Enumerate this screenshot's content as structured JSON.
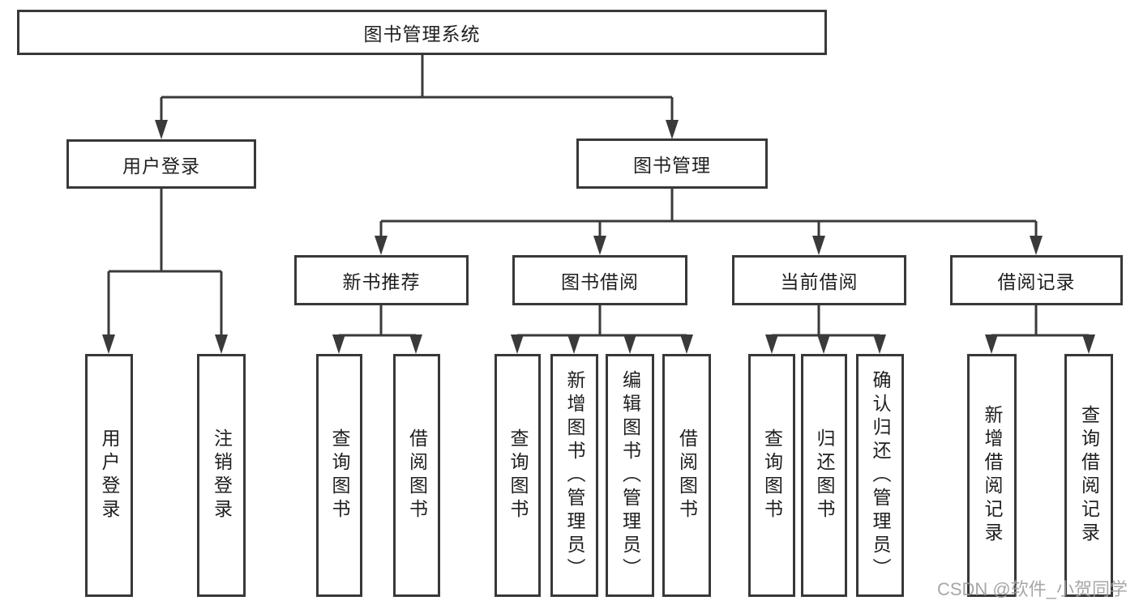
{
  "title": "图书管理系统",
  "tree": {
    "user_login": {
      "label": "用户登录",
      "children": [
        "用户登录",
        "注销登录"
      ]
    },
    "book_management": {
      "label": "图书管理",
      "sections": [
        {
          "label": "新书推荐",
          "children": [
            "查询图书",
            "借阅图书"
          ]
        },
        {
          "label": "图书借阅",
          "children": [
            "查询图书",
            "新增图书（管理员）",
            "编辑图书（管理员）",
            "借阅图书"
          ]
        },
        {
          "label": "当前借阅",
          "children": [
            "查询图书",
            "归还图书",
            "确认归还（管理员）"
          ]
        },
        {
          "label": "借阅记录",
          "children": [
            "新增借阅记录",
            "查询借阅记录"
          ]
        }
      ]
    }
  },
  "watermark": "CSDN @软件_小贺同学",
  "colors": {
    "line": "#3a3a3a",
    "border": "#383838",
    "text": "#1f1f1f",
    "background": "#ffffff",
    "watermark": "#9e9e9e"
  }
}
